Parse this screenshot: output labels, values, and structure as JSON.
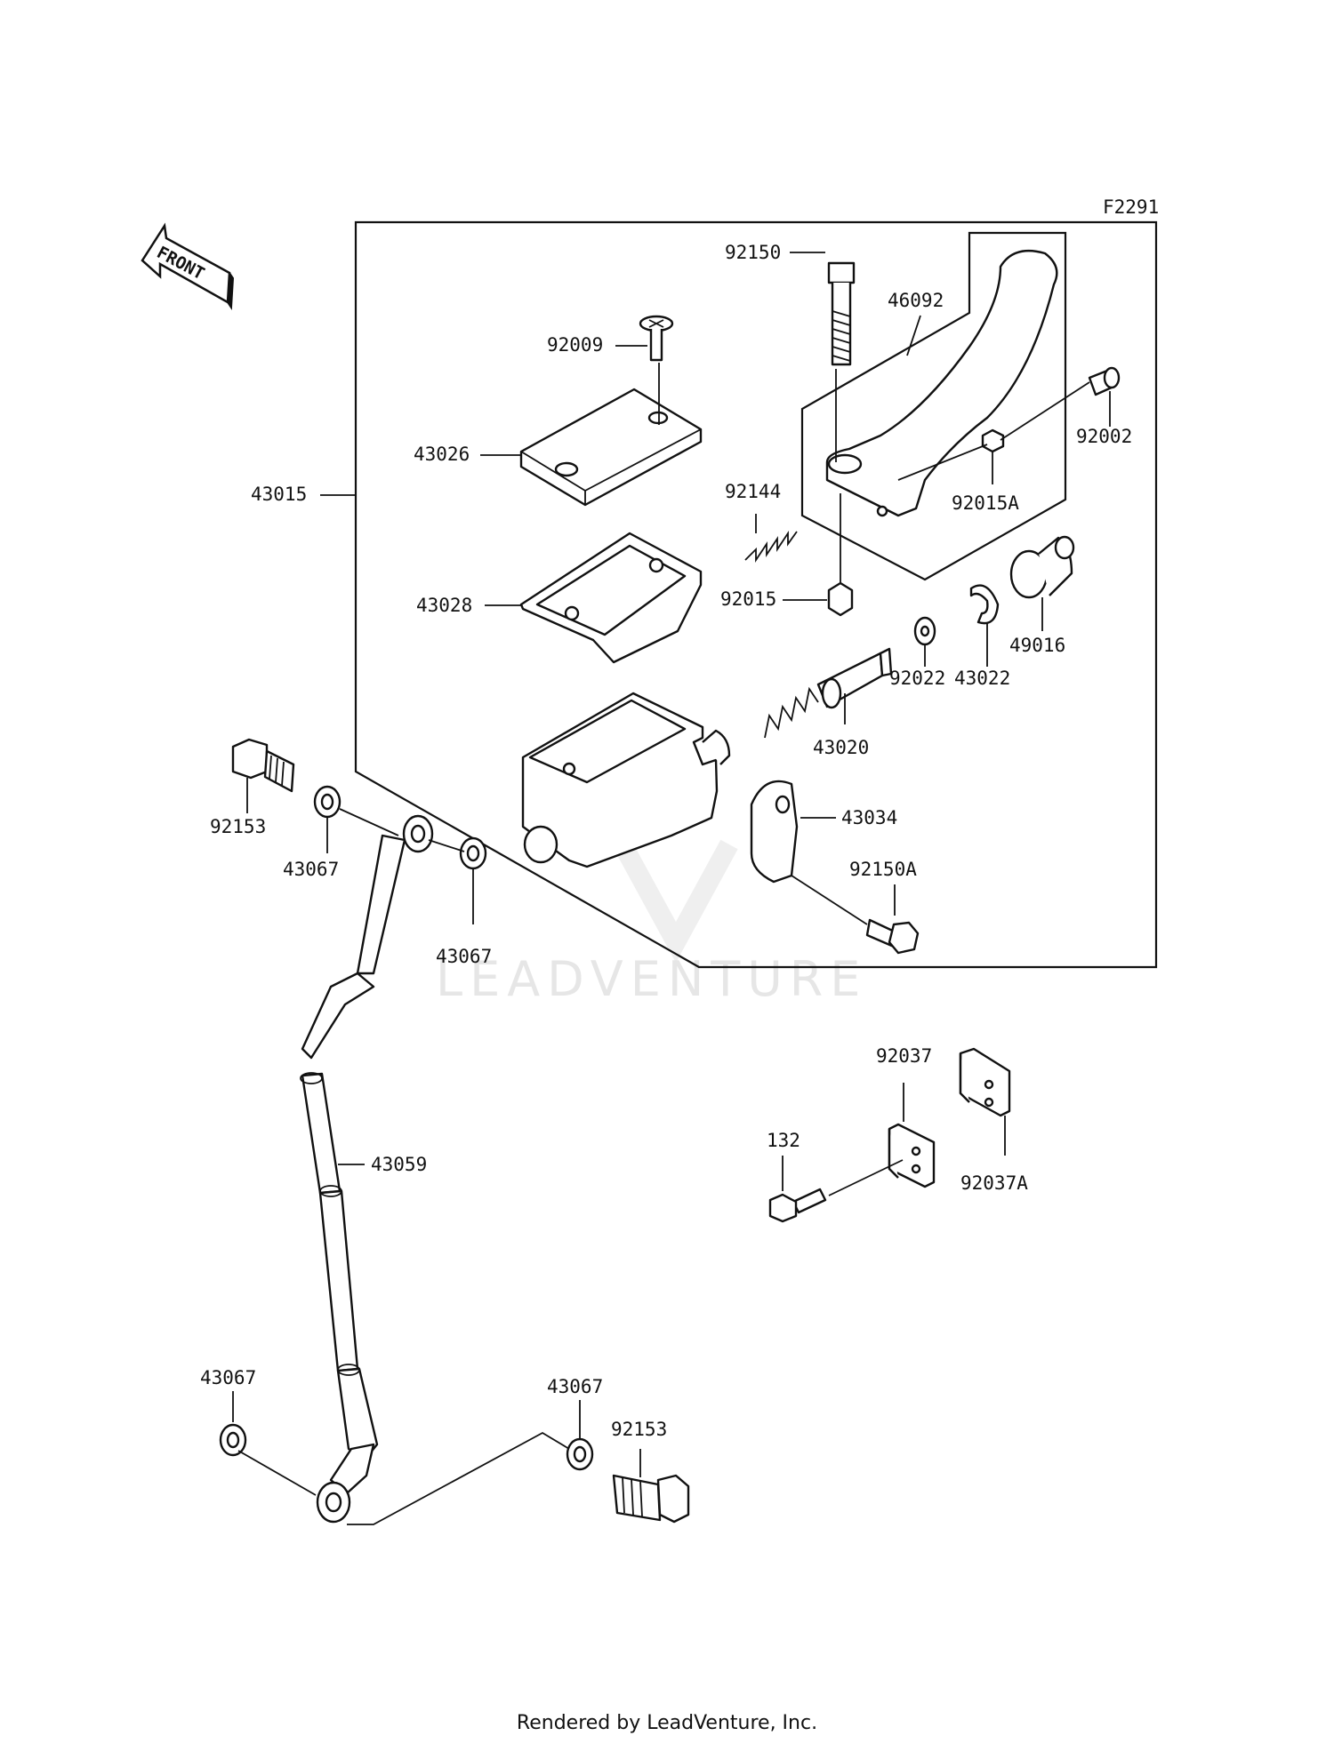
{
  "figure_code": "F2291",
  "front_label": "FRONT",
  "watermark": "LEADVENTURE",
  "footer": "Rendered by LeadVenture, Inc.",
  "part_labels": {
    "p92150": "92150",
    "p46092": "46092",
    "p92009": "92009",
    "p92002": "92002",
    "p43026": "43026",
    "p43015": "43015",
    "p92144": "92144",
    "p92015A": "92015A",
    "p92015": "92015",
    "p43028": "43028",
    "p49016": "49016",
    "p92022": "92022",
    "p43022": "43022",
    "p43020": "43020",
    "p92153a": "92153",
    "p43034": "43034",
    "p43067a": "43067",
    "p92150A": "92150A",
    "p43067b": "43067",
    "p92037": "92037",
    "p43059": "43059",
    "p132": "132",
    "p92037A": "92037A",
    "p43067c": "43067",
    "p43067d": "43067",
    "p92153b": "92153"
  }
}
